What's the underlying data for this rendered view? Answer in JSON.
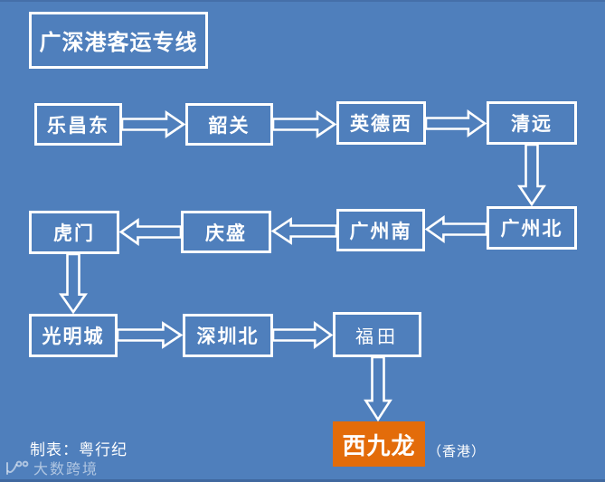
{
  "title": "广深港客运专线",
  "colors": {
    "background": "#4f7fbc",
    "box_border": "#ffffff",
    "terminus_fill": "#e36c0a",
    "text": "#ffffff"
  },
  "stations": {
    "lechangdong": "乐昌东",
    "shaoguan": "韶关",
    "yingdexi": "英德西",
    "qingyuan": "清远",
    "guangzhoubei": "广州北",
    "guangzhounan": "广州南",
    "qingsheng": "庆盛",
    "humen": "虎门",
    "guangmingcheng": "光明城",
    "shenzhenbei": "深圳北",
    "futian": "福田",
    "xijiulong": "西九龙"
  },
  "terminus_note": "（香港）",
  "edges": [
    {
      "from": "乐昌东",
      "to": "韶关",
      "direction": "right"
    },
    {
      "from": "韶关",
      "to": "英德西",
      "direction": "right"
    },
    {
      "from": "英德西",
      "to": "清远",
      "direction": "right"
    },
    {
      "from": "清远",
      "to": "广州北",
      "direction": "down"
    },
    {
      "from": "广州北",
      "to": "广州南",
      "direction": "left"
    },
    {
      "from": "广州南",
      "to": "庆盛",
      "direction": "left"
    },
    {
      "from": "庆盛",
      "to": "虎门",
      "direction": "left"
    },
    {
      "from": "虎门",
      "to": "光明城",
      "direction": "down"
    },
    {
      "from": "光明城",
      "to": "深圳北",
      "direction": "right"
    },
    {
      "from": "深圳北",
      "to": "福田",
      "direction": "right"
    },
    {
      "from": "福田",
      "to": "西九龙",
      "direction": "down"
    }
  ],
  "credit": "制表：粤行纪",
  "watermark": "大数跨境"
}
